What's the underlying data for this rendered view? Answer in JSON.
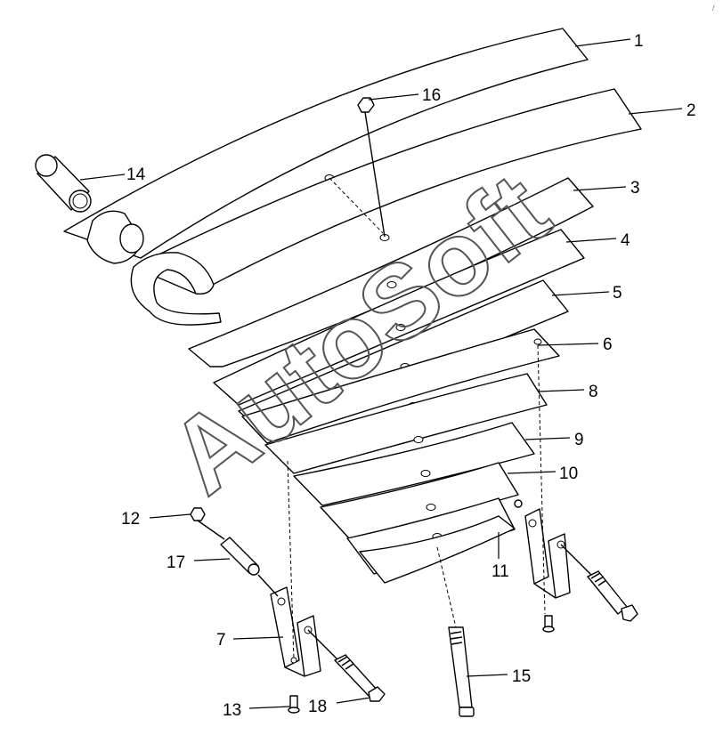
{
  "watermark": "AutoSoft",
  "corner_mark": "/",
  "callouts": {
    "1": "1",
    "2": "2",
    "3": "3",
    "4": "4",
    "5": "5",
    "6": "6",
    "7": "7",
    "8": "8",
    "9": "9",
    "10": "10",
    "11": "11",
    "12": "12",
    "13": "13",
    "14": "14",
    "15": "15",
    "16": "16",
    "17": "17",
    "18": "18"
  }
}
